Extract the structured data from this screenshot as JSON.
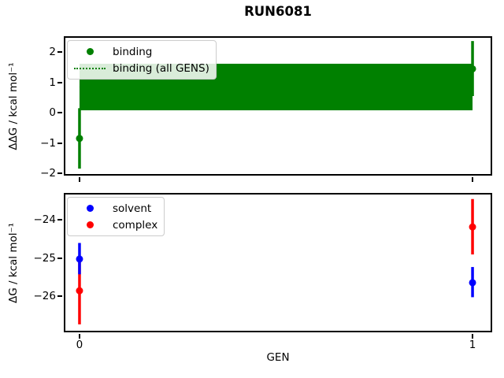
{
  "title": "RUN6081",
  "xlabel": "GEN",
  "colors": {
    "binding": "#008000",
    "solvent": "#0000ff",
    "complex": "#ff0000",
    "spine": "#000000",
    "legend_border": "#cccccc"
  },
  "chart_data": [
    {
      "type": "errorbar",
      "subplot": "top",
      "ylabel": "ΔΔG / kcal mol⁻¹",
      "xlim": [
        -0.04,
        1.05
      ],
      "ylim": [
        -2.08,
        2.53
      ],
      "grid": false,
      "yticks": [
        {
          "v": 2,
          "label": "2"
        },
        {
          "v": 1,
          "label": "1"
        },
        {
          "v": 0,
          "label": "0"
        },
        {
          "v": -1,
          "label": "−1"
        },
        {
          "v": -2,
          "label": "−2"
        }
      ],
      "xticks": [
        {
          "v": 0,
          "label": "0"
        },
        {
          "v": 1,
          "label": "1"
        }
      ],
      "show_xtick_labels": false,
      "band": {
        "name": "binding (all GENS)",
        "color": "#008000",
        "x": [
          0,
          1
        ],
        "lo": 0.08,
        "hi": 1.62,
        "center": 0.85,
        "line_style": "dotted"
      },
      "series": [
        {
          "name": "binding",
          "color": "#008000",
          "marker": "circle",
          "x": [
            0,
            1
          ],
          "y": [
            -0.85,
            1.45
          ],
          "err_lo": [
            -1.85,
            0.55
          ],
          "err_hi": [
            0.15,
            2.37
          ]
        }
      ],
      "legend": {
        "position": "upper-left",
        "entries": [
          {
            "label": "binding",
            "handle": "dot",
            "color": "#008000"
          },
          {
            "label": "binding (all GENS)",
            "handle": "dotted-line",
            "color": "#008000"
          }
        ]
      }
    },
    {
      "type": "errorbar",
      "subplot": "bottom",
      "ylabel": "ΔG / kcal mol⁻¹",
      "xlim": [
        -0.04,
        1.05
      ],
      "ylim": [
        -26.94,
        -23.29
      ],
      "grid": false,
      "yticks": [
        {
          "v": -24,
          "label": "−24"
        },
        {
          "v": -25,
          "label": "−25"
        },
        {
          "v": -26,
          "label": "−26"
        }
      ],
      "xticks": [
        {
          "v": 0,
          "label": "0"
        },
        {
          "v": 1,
          "label": "1"
        }
      ],
      "show_xtick_labels": true,
      "series": [
        {
          "name": "solvent",
          "color": "#0000ff",
          "marker": "circle",
          "x": [
            0,
            1
          ],
          "y": [
            -25.02,
            -25.64
          ],
          "err_lo": [
            -25.42,
            -26.02
          ],
          "err_hi": [
            -24.6,
            -25.23
          ]
        },
        {
          "name": "complex",
          "color": "#ff0000",
          "marker": "circle",
          "x": [
            0,
            1
          ],
          "y": [
            -25.85,
            -24.18
          ],
          "err_lo": [
            -26.73,
            -24.9
          ],
          "err_hi": [
            -24.96,
            -23.45
          ]
        }
      ],
      "legend": {
        "position": "upper-left",
        "entries": [
          {
            "label": "solvent",
            "handle": "dot",
            "color": "#0000ff"
          },
          {
            "label": "complex",
            "handle": "dot",
            "color": "#ff0000"
          }
        ]
      }
    }
  ]
}
